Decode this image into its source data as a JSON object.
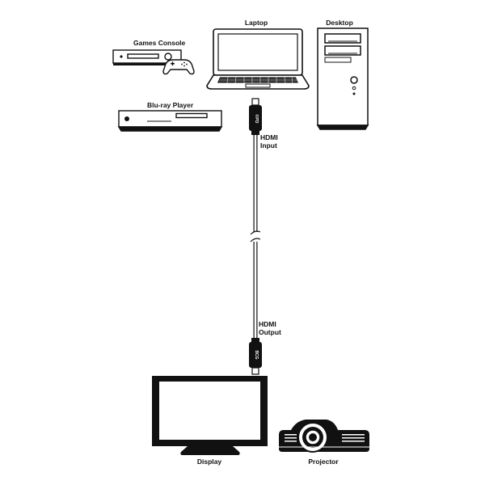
{
  "devices": {
    "games_console": "Games Console",
    "bluray": "Blu-ray Player",
    "laptop": "Laptop",
    "desktop": "Desktop",
    "display": "Display",
    "projector": "Projector"
  },
  "cable": {
    "input_line1": "HDMI",
    "input_line2": "Input",
    "output_line1": "HDMI",
    "output_line2": "Output"
  }
}
